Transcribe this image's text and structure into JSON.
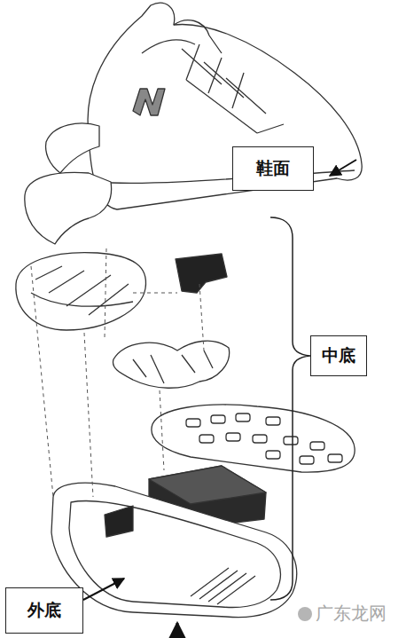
{
  "diagram": {
    "nodes": [
      {
        "text": [
          "鞋面"
        ]
      },
      {
        "text": [
          "中底"
        ]
      },
      {
        "text": [
          "外底"
        ]
      }
    ],
    "labels": [
      "广东龙网"
    ]
  }
}
